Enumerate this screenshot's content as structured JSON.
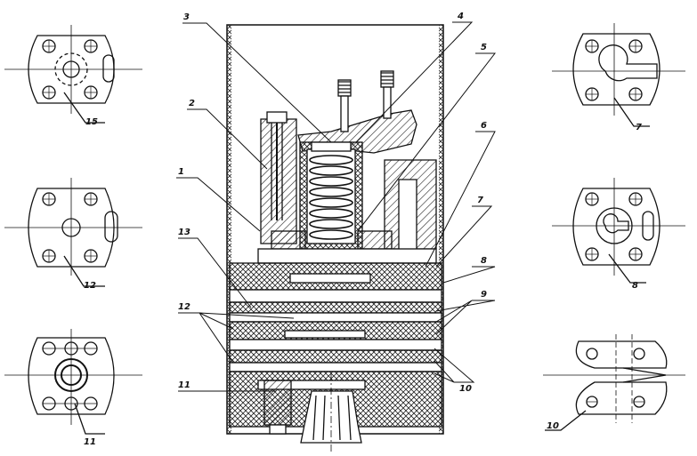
{
  "labels": {
    "l1": "1",
    "l2": "2",
    "l3": "3",
    "l4": "4",
    "l5": "5",
    "l6": "6",
    "l7": "7",
    "l8": "8",
    "l9": "9",
    "l10": "10",
    "l11": "11",
    "l12": "12",
    "l13": "13",
    "d15": "15",
    "d12": "12",
    "d11": "11",
    "d7": "7",
    "d8": "8",
    "d10": "10"
  }
}
